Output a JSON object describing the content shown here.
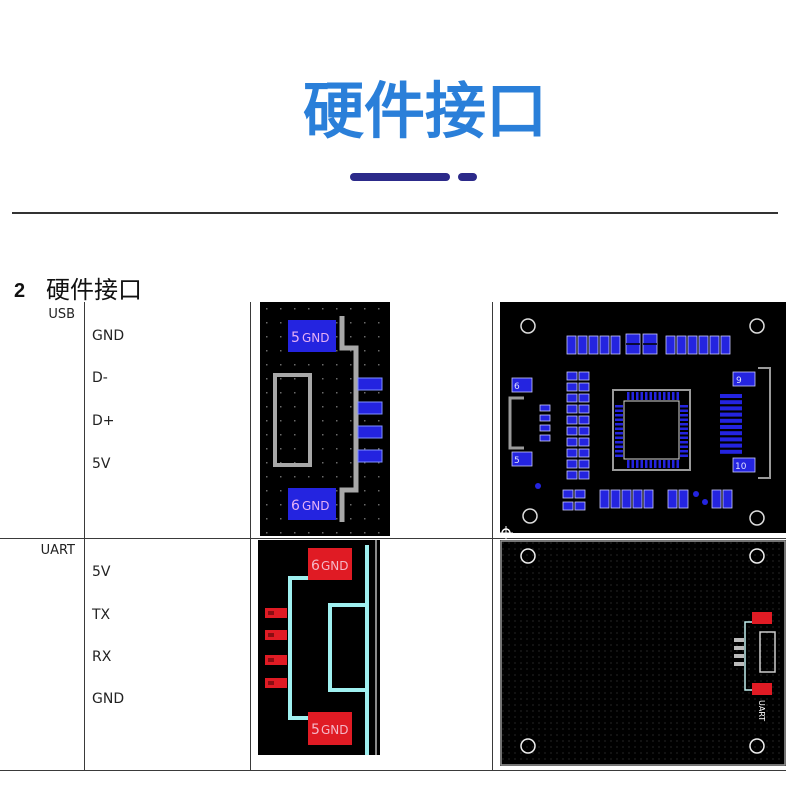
{
  "header": {
    "title": "硬件接口"
  },
  "section": {
    "number": "2",
    "title": "硬件接口"
  },
  "table": {
    "rows": [
      {
        "interface": "USB",
        "pins": [
          "GND",
          "D-",
          "D+",
          "5V"
        ],
        "footprint": {
          "top_pad": {
            "number": "5",
            "net": "GND"
          },
          "bottom_pad": {
            "number": "6",
            "net": "GND"
          }
        },
        "board_labels": {
          "left_top": "6",
          "left_bottom": "5",
          "right_top": "9",
          "right_bottom": "10"
        }
      },
      {
        "interface": "UART",
        "pins": [
          "5V",
          "TX",
          "RX",
          "GND"
        ],
        "footprint": {
          "top_pad": {
            "number": "6",
            "net": "GND"
          },
          "bottom_pad": {
            "number": "5",
            "net": "GND"
          }
        },
        "board_labels": {
          "silkscreen": "UART"
        }
      }
    ]
  },
  "colors": {
    "title_blue": "#2a7fd9",
    "accent_bar": "#2c2a8a",
    "pcb_background": "#000000",
    "top_layer_pad": "#2424e0",
    "bottom_layer_pad": "#e01b24",
    "outline_gray": "#a8a8a8",
    "outline_cyan": "#9ff0f0"
  }
}
